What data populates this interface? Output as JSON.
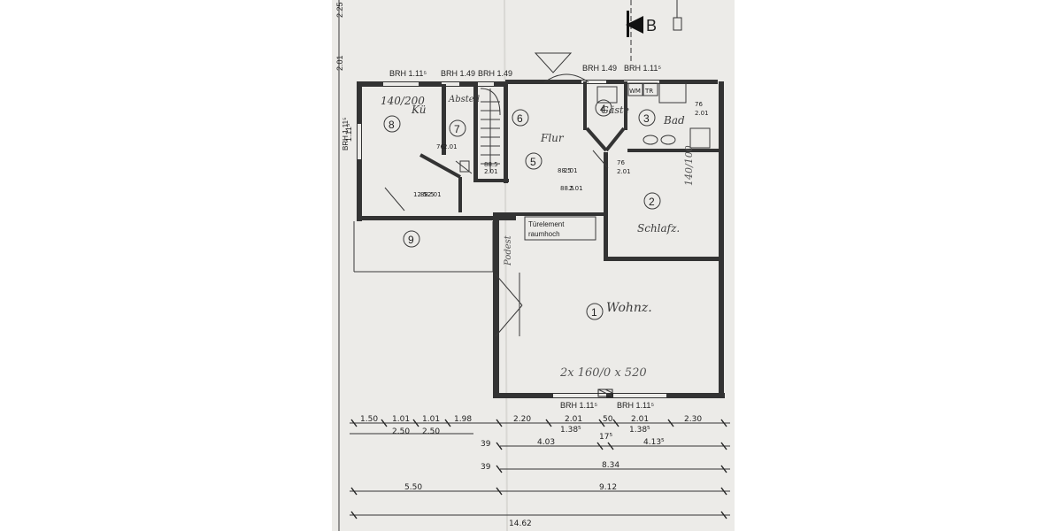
{
  "section_marker": "B",
  "rooms": [
    {
      "number": "1",
      "note": "Wohnz."
    },
    {
      "number": "2",
      "note": "Schlafz."
    },
    {
      "number": "3",
      "note": "Bad"
    },
    {
      "number": "4",
      "note": "Gäste"
    },
    {
      "number": "5",
      "note": "Flur"
    },
    {
      "number": "6",
      "note": ""
    },
    {
      "number": "7",
      "note": "Abstell"
    },
    {
      "number": "8",
      "note": "Kü"
    },
    {
      "number": "9",
      "note": ""
    }
  ],
  "fixtures": {
    "wm": "WM",
    "tr": "TR"
  },
  "door_heights": [
    "76",
    "2.01",
    "88.5",
    "2.01",
    "76",
    "2.01",
    "88.5",
    "2.01",
    "76",
    "2.01",
    "88.5",
    "2.01",
    "12.5",
    "88.5",
    "2.01"
  ],
  "window_labels": {
    "top": [
      "BRH 1.11⁵",
      "BRH 1.49",
      "BRH 1.49",
      "BRH 1.49",
      "BRH 1.11⁵"
    ],
    "bottom": [
      "BRH 1.11⁵",
      "BRH 1.11⁵"
    ],
    "side": "BRH 1.11⁵"
  },
  "callout": {
    "line1": "Türelement",
    "line2": "raumhoch"
  },
  "handwritten": {
    "kitchen_size": "140/200",
    "living_window": "2x 160/0 x 520",
    "bedroom_window": "140/100",
    "hall_vert": "Podest"
  },
  "dimension_rows": [
    {
      "labels": [
        "1.50",
        "1.01",
        "1.01",
        "1.98",
        "2.20",
        "2.01",
        "50",
        "2.01",
        "2.30"
      ]
    },
    {
      "labels": [
        "2.50",
        "2.50",
        "1.38⁵",
        "1.38⁵"
      ]
    },
    {
      "labels": [
        "39",
        "4.03",
        "17⁵",
        "4.13⁵"
      ]
    },
    {
      "labels": [
        "39",
        "8.34"
      ]
    },
    {
      "labels": [
        "5.50",
        "9.12"
      ]
    },
    {
      "labels": [
        "14.62"
      ]
    }
  ],
  "left_margin_labels": [
    "2.25",
    "2.01",
    "1.11⁵"
  ]
}
